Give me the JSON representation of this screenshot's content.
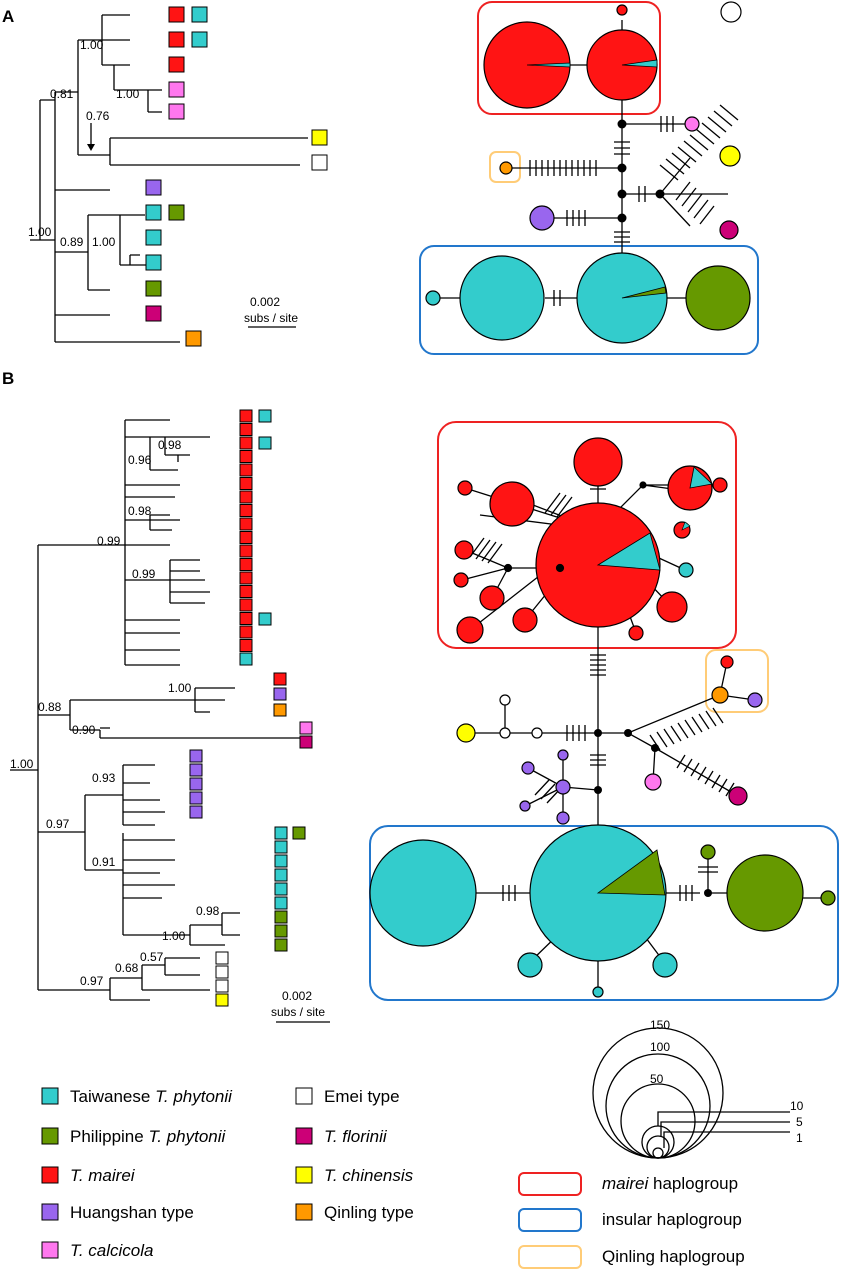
{
  "panels": {
    "a": "A",
    "b": "B"
  },
  "colors": {
    "taiwan": "#33CCCC",
    "phil": "#669900",
    "mairei": "#FF1414",
    "huang": "#9966EE",
    "calc": "#FF77EE",
    "emei": "#FFFFFF",
    "flor": "#CC0077",
    "chin": "#FFFF00",
    "qin": "#FF9900",
    "box_mairei": "#EE2222",
    "box_insular": "#2277CC",
    "box_qinling": "#FFCC77"
  },
  "tree_a": {
    "support": [
      "1.00",
      "1.00",
      "0.81",
      "0.76",
      "1.00",
      "0.89",
      "1.00"
    ],
    "scale": {
      "value": "0.002",
      "unit": "subs / site"
    }
  },
  "tree_b": {
    "support": [
      "0.99",
      "0.96",
      "0.98",
      "0.98",
      "0.99",
      "1.00",
      "0.88",
      "0.90",
      "1.00",
      "0.93",
      "0.97",
      "0.91",
      "1.00",
      "0.98",
      "0.97",
      "0.68",
      "0.57"
    ],
    "scale": {
      "value": "0.002",
      "unit": "subs / site"
    }
  },
  "size_legend": [
    "150",
    "100",
    "50",
    "10",
    "5",
    "1"
  ],
  "legend": {
    "species": [
      {
        "key": "taiwan",
        "prefix": "Taiwanese ",
        "italic": "T. phytonii"
      },
      {
        "key": "phil",
        "prefix": "Philippine ",
        "italic": "T. phytonii"
      },
      {
        "key": "mairei",
        "prefix": "",
        "italic": "T. mairei"
      },
      {
        "key": "huang",
        "prefix": "Huangshan type",
        "italic": ""
      },
      {
        "key": "calc",
        "prefix": "",
        "italic": "T. calcicola"
      },
      {
        "key": "emei",
        "prefix": "Emei type",
        "italic": ""
      },
      {
        "key": "flor",
        "prefix": "",
        "italic": "T. florinii"
      },
      {
        "key": "chin",
        "prefix": "",
        "italic": "T. chinensis"
      },
      {
        "key": "qin",
        "prefix": "Qinling type",
        "italic": ""
      }
    ],
    "haplogroups": [
      {
        "key": "box_mairei",
        "italic": "mairei",
        "suffix": " haplogroup"
      },
      {
        "key": "box_insular",
        "italic": "",
        "suffix": "insular haplogroup"
      },
      {
        "key": "box_qinling",
        "italic": "",
        "suffix": "Qinling haplogroup"
      }
    ]
  }
}
